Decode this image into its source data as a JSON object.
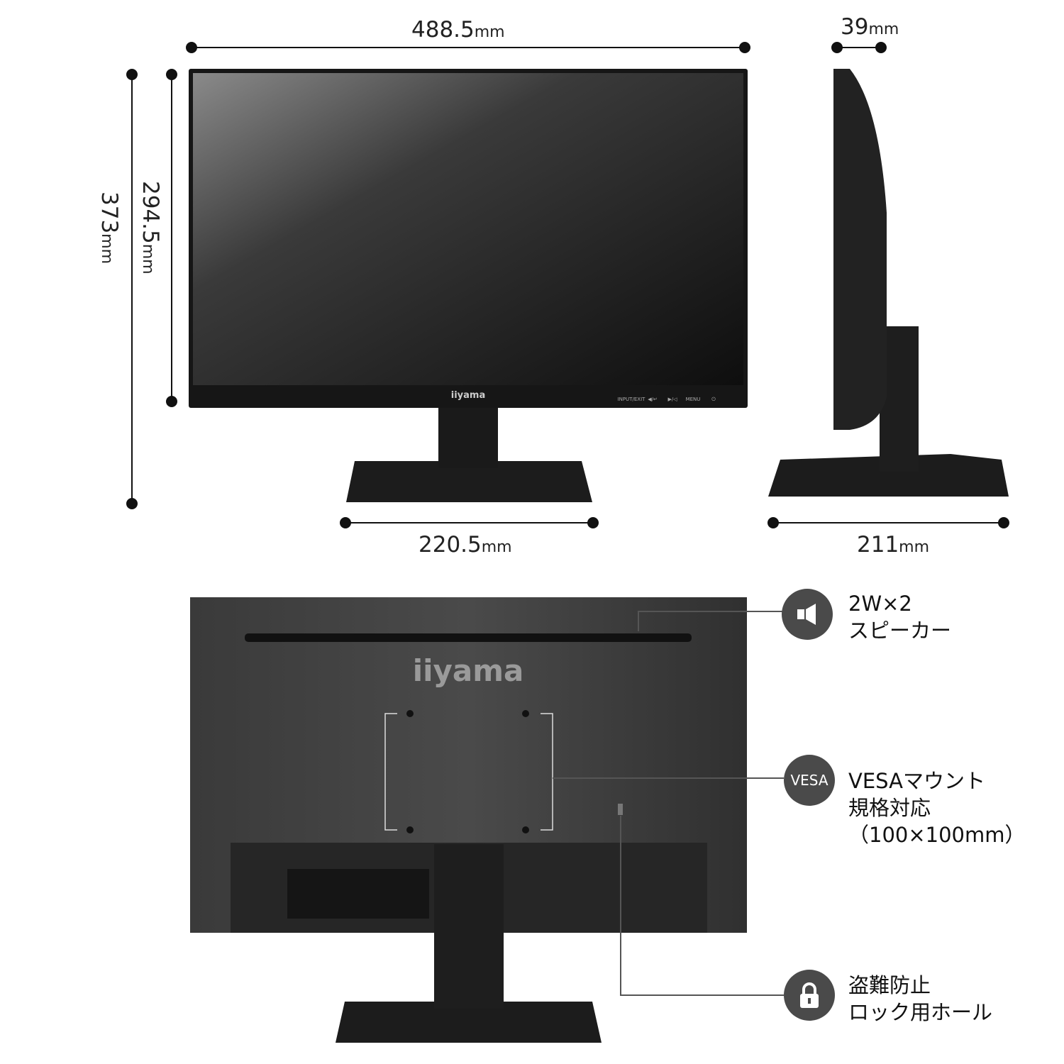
{
  "dimensions": {
    "width": {
      "value": "488.5",
      "unit": "mm"
    },
    "depth_panel": {
      "value": "39",
      "unit": "mm"
    },
    "height_total": {
      "value": "373",
      "unit": "mm"
    },
    "height_panel": {
      "value": "294.5",
      "unit": "mm"
    },
    "base_width": {
      "value": "220.5",
      "unit": "mm"
    },
    "base_depth": {
      "value": "211",
      "unit": "mm"
    }
  },
  "monitor": {
    "brand": "iiyama",
    "buttons": [
      "INPUT/EXIT",
      "◀/↵",
      "▶/◁",
      "MENU",
      "⏻"
    ]
  },
  "callouts": [
    {
      "icon": "speaker-icon",
      "line1": "2W×2",
      "line2": "スピーカー"
    },
    {
      "icon": "vesa-badge",
      "badge": "VESA",
      "line1": "VESAマウント",
      "line2": "規格対応",
      "line3": "（100×100mm）"
    },
    {
      "icon": "lock-icon",
      "line1": "盗難防止",
      "line2": "ロック用ホール"
    }
  ],
  "colors": {
    "body": "#1c1c1c",
    "back": "#2e2e2e",
    "badge": "#4a4a4a"
  }
}
